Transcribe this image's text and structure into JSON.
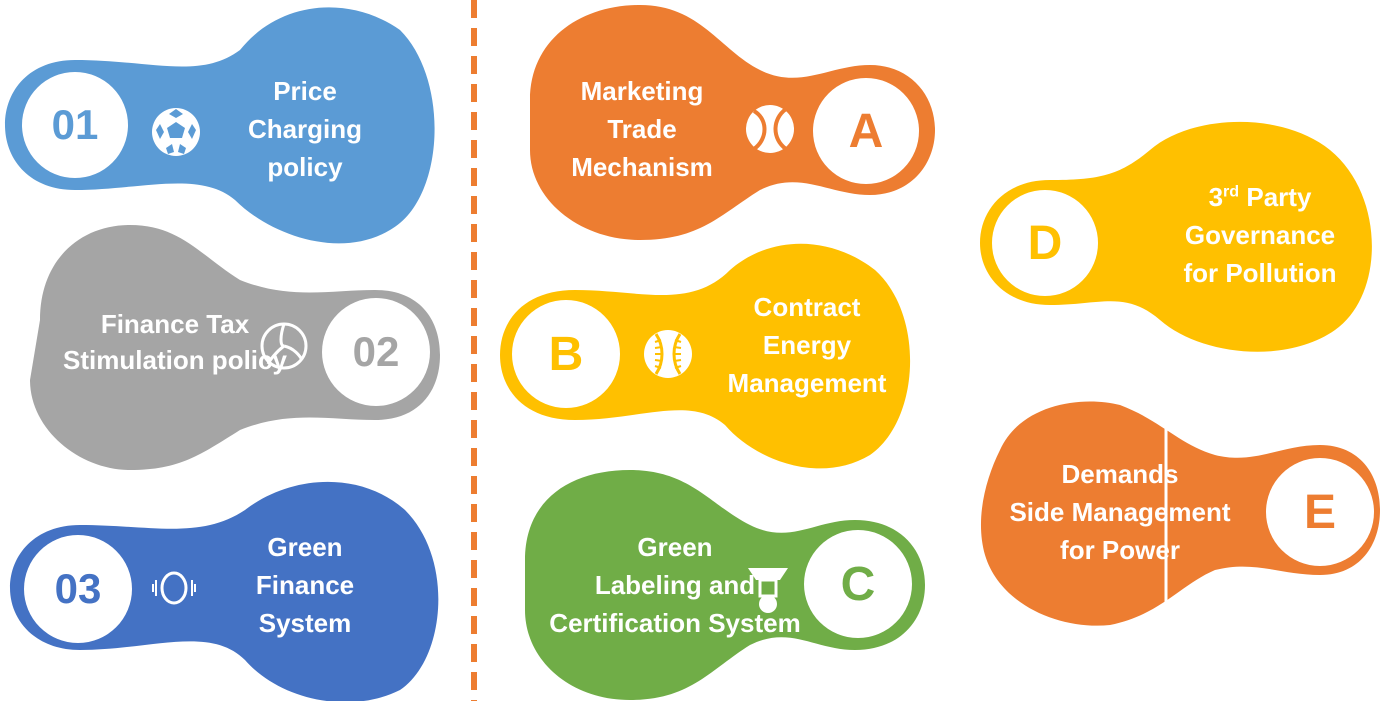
{
  "colors": {
    "light_blue": "#5B9BD5",
    "gray": "#A5A5A5",
    "dark_blue": "#4472C4",
    "orange": "#ED7D31",
    "yellow": "#FFC000",
    "green": "#70AD47",
    "divider": "#ED7D31"
  },
  "left": {
    "item1": {
      "badge": "01",
      "icon": "soccer-ball-icon",
      "lines": [
        "Price",
        "Charging",
        "policy"
      ]
    },
    "item2": {
      "badge": "02",
      "icon": "volleyball-icon",
      "lines": [
        "Finance Tax",
        "Stimulation policy"
      ]
    },
    "item3": {
      "badge": "03",
      "icon": "ring-icon",
      "lines": [
        "Green",
        "Finance",
        "System"
      ]
    }
  },
  "middle": {
    "itemA": {
      "badge": "A",
      "icon": "tennis-ball-icon",
      "lines": [
        "Marketing",
        "Trade",
        "Mechanism"
      ]
    },
    "itemB": {
      "badge": "B",
      "icon": "baseball-icon",
      "lines": [
        "Contract",
        "Energy",
        "Management"
      ]
    },
    "itemC": {
      "badge": "C",
      "icon": "badminton-shuttlecock-icon",
      "lines": [
        "Green",
        "Labeling and",
        "Certification System"
      ]
    }
  },
  "right": {
    "itemD": {
      "badge": "D",
      "line1_num": "3",
      "line1_sup": "rd",
      "line1_rest": " Party",
      "lines": [
        "Governance",
        "for Pollution"
      ]
    },
    "itemE": {
      "badge": "E",
      "lines": [
        "Demands",
        "Side Management",
        "for Power"
      ]
    }
  }
}
